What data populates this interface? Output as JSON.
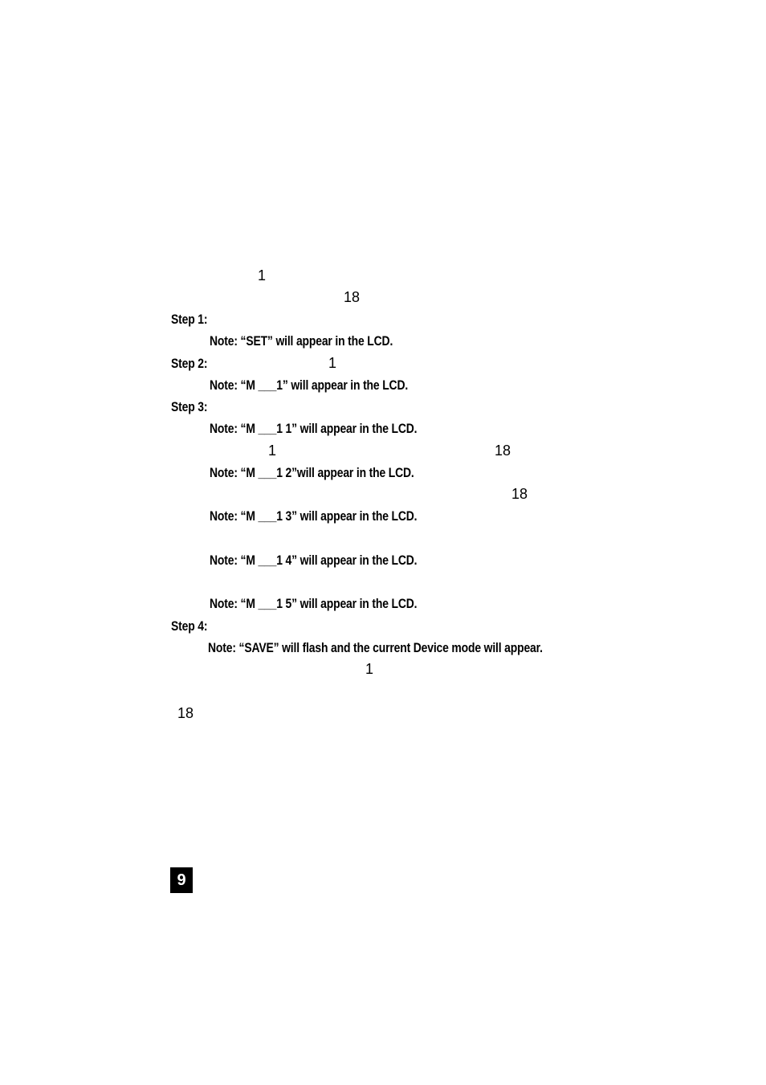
{
  "fragments": {
    "n1": "1",
    "n2": "18",
    "n3": "1",
    "n4": "1",
    "n5": "18",
    "n6": "18",
    "n7": "1",
    "n8": "18"
  },
  "steps": {
    "step1": "Step 1:",
    "step2": "Step 2:",
    "step3": "Step 3:",
    "step4": "Step 4:"
  },
  "notes": {
    "note1": "Note:  “SET” will appear in the LCD.",
    "note2": "Note:  “M ___1”  will appear in the LCD.",
    "note3": "Note:  “M ___1   1” will appear in the LCD.",
    "note4": "Note:  “M ___1   2”will appear in the LCD.",
    "note5": "Note:  “M ___1   3” will appear in the LCD.",
    "note6": "Note:  “M ___1   4” will appear in the LCD.",
    "note7": "Note:  “M ___1   5” will appear in the LCD.",
    "note8": "Note:  “SAVE” will flash and the current Device mode will appear."
  },
  "page_number": "9"
}
